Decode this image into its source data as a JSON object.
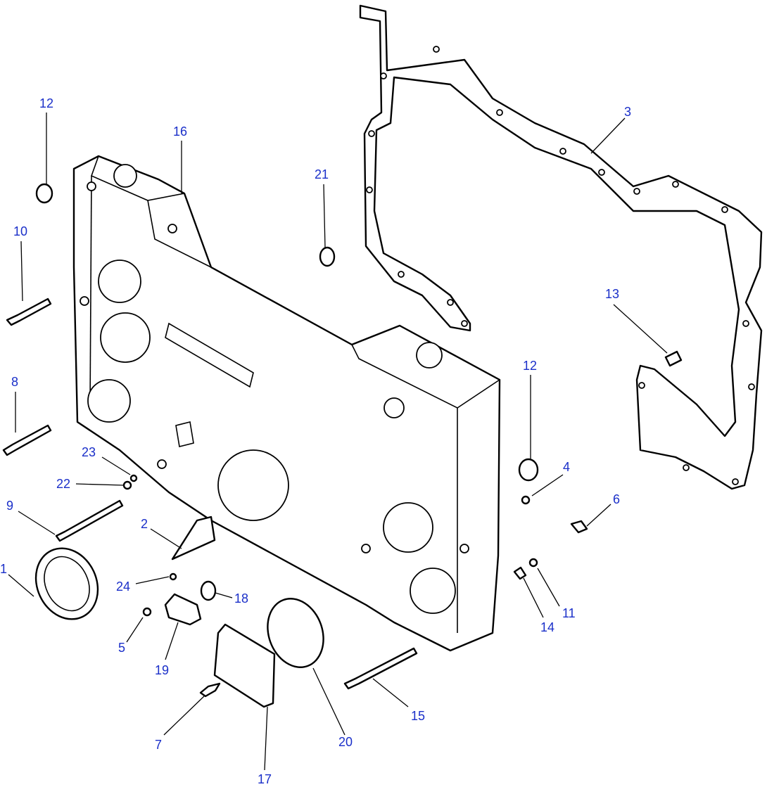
{
  "accent_color": "#1a2fc9",
  "callouts": [
    {
      "id": "c12a",
      "text": "12"
    },
    {
      "id": "c16",
      "text": "16"
    },
    {
      "id": "c21",
      "text": "21"
    },
    {
      "id": "c3",
      "text": "3"
    },
    {
      "id": "c10",
      "text": "10"
    },
    {
      "id": "c13",
      "text": "13"
    },
    {
      "id": "c8",
      "text": "8"
    },
    {
      "id": "c12b",
      "text": "12"
    },
    {
      "id": "c23",
      "text": "23"
    },
    {
      "id": "c22",
      "text": "22"
    },
    {
      "id": "c4",
      "text": "4"
    },
    {
      "id": "c6",
      "text": "6"
    },
    {
      "id": "c9",
      "text": "9"
    },
    {
      "id": "c2",
      "text": "2"
    },
    {
      "id": "c1",
      "text": "1"
    },
    {
      "id": "c24",
      "text": "24"
    },
    {
      "id": "c18",
      "text": "18"
    },
    {
      "id": "c11",
      "text": "11"
    },
    {
      "id": "c14",
      "text": "14"
    },
    {
      "id": "c5",
      "text": "5"
    },
    {
      "id": "c19",
      "text": "19"
    },
    {
      "id": "c15",
      "text": "15"
    },
    {
      "id": "c20",
      "text": "20"
    },
    {
      "id": "c7",
      "text": "7"
    },
    {
      "id": "c17",
      "text": "17"
    }
  ]
}
